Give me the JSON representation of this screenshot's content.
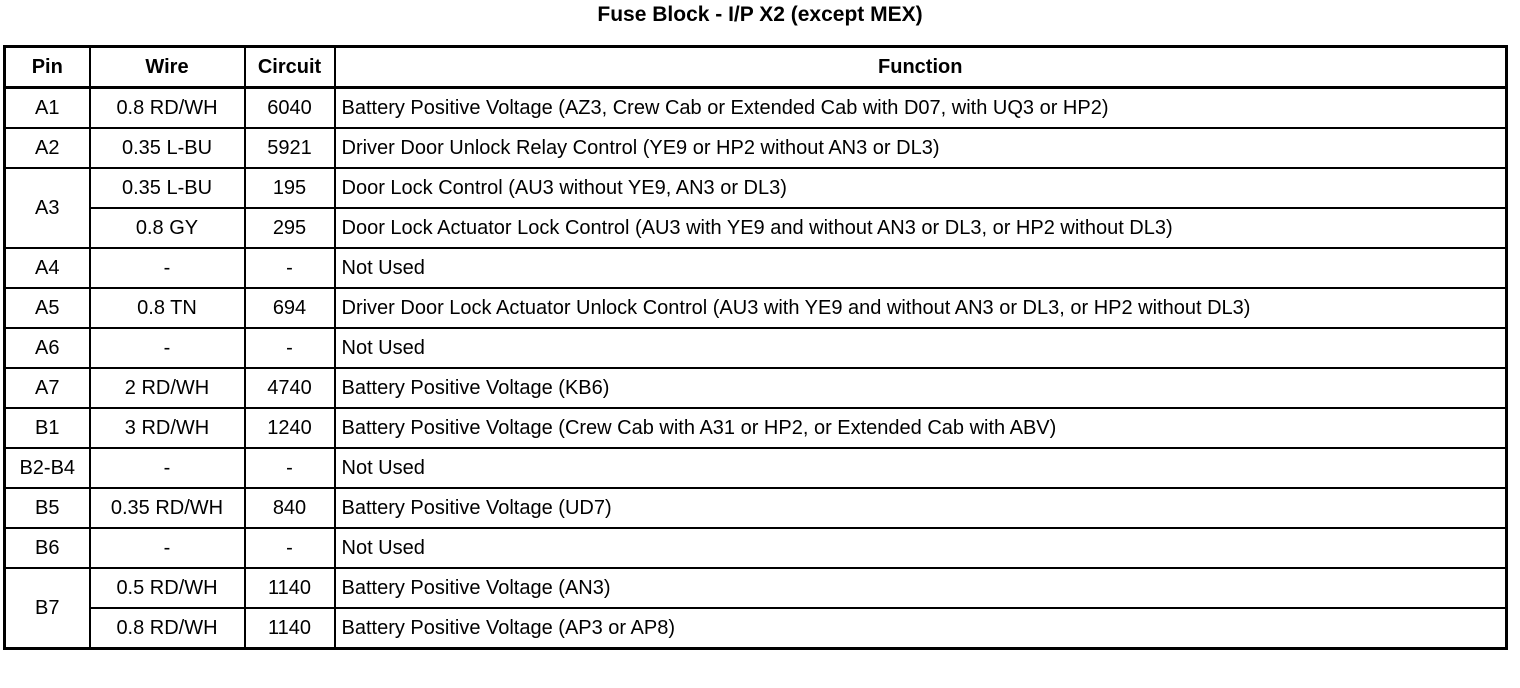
{
  "title": "Fuse Block - I/P X2 (except MEX)",
  "table": {
    "headers": [
      "Pin",
      "Wire",
      "Circuit",
      "Function"
    ],
    "rows": [
      {
        "pin": "A1",
        "entries": [
          {
            "wire": "0.8 RD/WH",
            "circuit": "6040",
            "function": "Battery Positive Voltage (AZ3, Crew Cab or Extended Cab with D07, with UQ3 or HP2)"
          }
        ]
      },
      {
        "pin": "A2",
        "entries": [
          {
            "wire": "0.35 L-BU",
            "circuit": "5921",
            "function": "Driver Door Unlock Relay Control (YE9 or HP2 without AN3 or DL3)"
          }
        ]
      },
      {
        "pin": "A3",
        "entries": [
          {
            "wire": "0.35 L-BU",
            "circuit": "195",
            "function": "Door Lock Control (AU3 without YE9, AN3 or DL3)"
          },
          {
            "wire": "0.8 GY",
            "circuit": "295",
            "function": "Door Lock Actuator Lock Control (AU3 with YE9 and without AN3 or DL3, or HP2 without DL3)"
          }
        ]
      },
      {
        "pin": "A4",
        "entries": [
          {
            "wire": "-",
            "circuit": "-",
            "function": "Not Used"
          }
        ]
      },
      {
        "pin": "A5",
        "entries": [
          {
            "wire": "0.8 TN",
            "circuit": "694",
            "function": "Driver Door Lock Actuator Unlock Control (AU3 with YE9 and without AN3 or DL3, or HP2 without DL3)"
          }
        ]
      },
      {
        "pin": "A6",
        "entries": [
          {
            "wire": "-",
            "circuit": "-",
            "function": "Not Used"
          }
        ]
      },
      {
        "pin": "A7",
        "entries": [
          {
            "wire": "2 RD/WH",
            "circuit": "4740",
            "function": "Battery Positive Voltage (KB6)"
          }
        ]
      },
      {
        "pin": "B1",
        "entries": [
          {
            "wire": "3 RD/WH",
            "circuit": "1240",
            "function": "Battery Positive Voltage (Crew Cab with A31 or HP2, or Extended Cab with ABV)"
          }
        ]
      },
      {
        "pin": "B2-B4",
        "entries": [
          {
            "wire": "-",
            "circuit": "-",
            "function": "Not Used"
          }
        ]
      },
      {
        "pin": "B5",
        "entries": [
          {
            "wire": "0.35 RD/WH",
            "circuit": "840",
            "function": "Battery Positive Voltage (UD7)"
          }
        ]
      },
      {
        "pin": "B6",
        "entries": [
          {
            "wire": "-",
            "circuit": "-",
            "function": "Not Used"
          }
        ]
      },
      {
        "pin": "B7",
        "entries": [
          {
            "wire": "0.5 RD/WH",
            "circuit": "1140",
            "function": "Battery Positive Voltage (AN3)"
          },
          {
            "wire": "0.8 RD/WH",
            "circuit": "1140",
            "function": "Battery Positive Voltage (AP3 or AP8)"
          }
        ]
      }
    ]
  }
}
